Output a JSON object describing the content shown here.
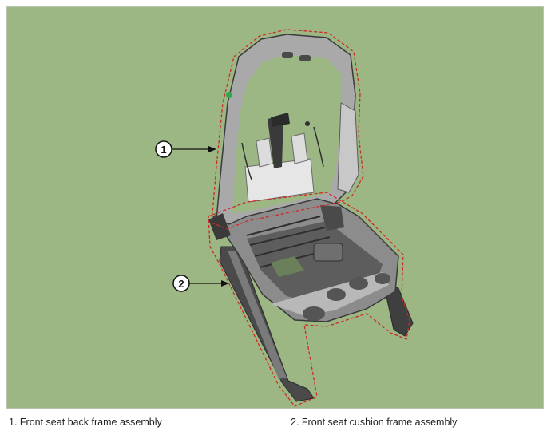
{
  "figure": {
    "background_color": "#9cb784",
    "outline_color": "#cc2a2a",
    "callouts": [
      {
        "number": "1"
      },
      {
        "number": "2"
      }
    ]
  },
  "captions": [
    {
      "text": "1. Front seat back frame assembly"
    },
    {
      "text": "2. Front seat cushion frame assembly"
    }
  ]
}
